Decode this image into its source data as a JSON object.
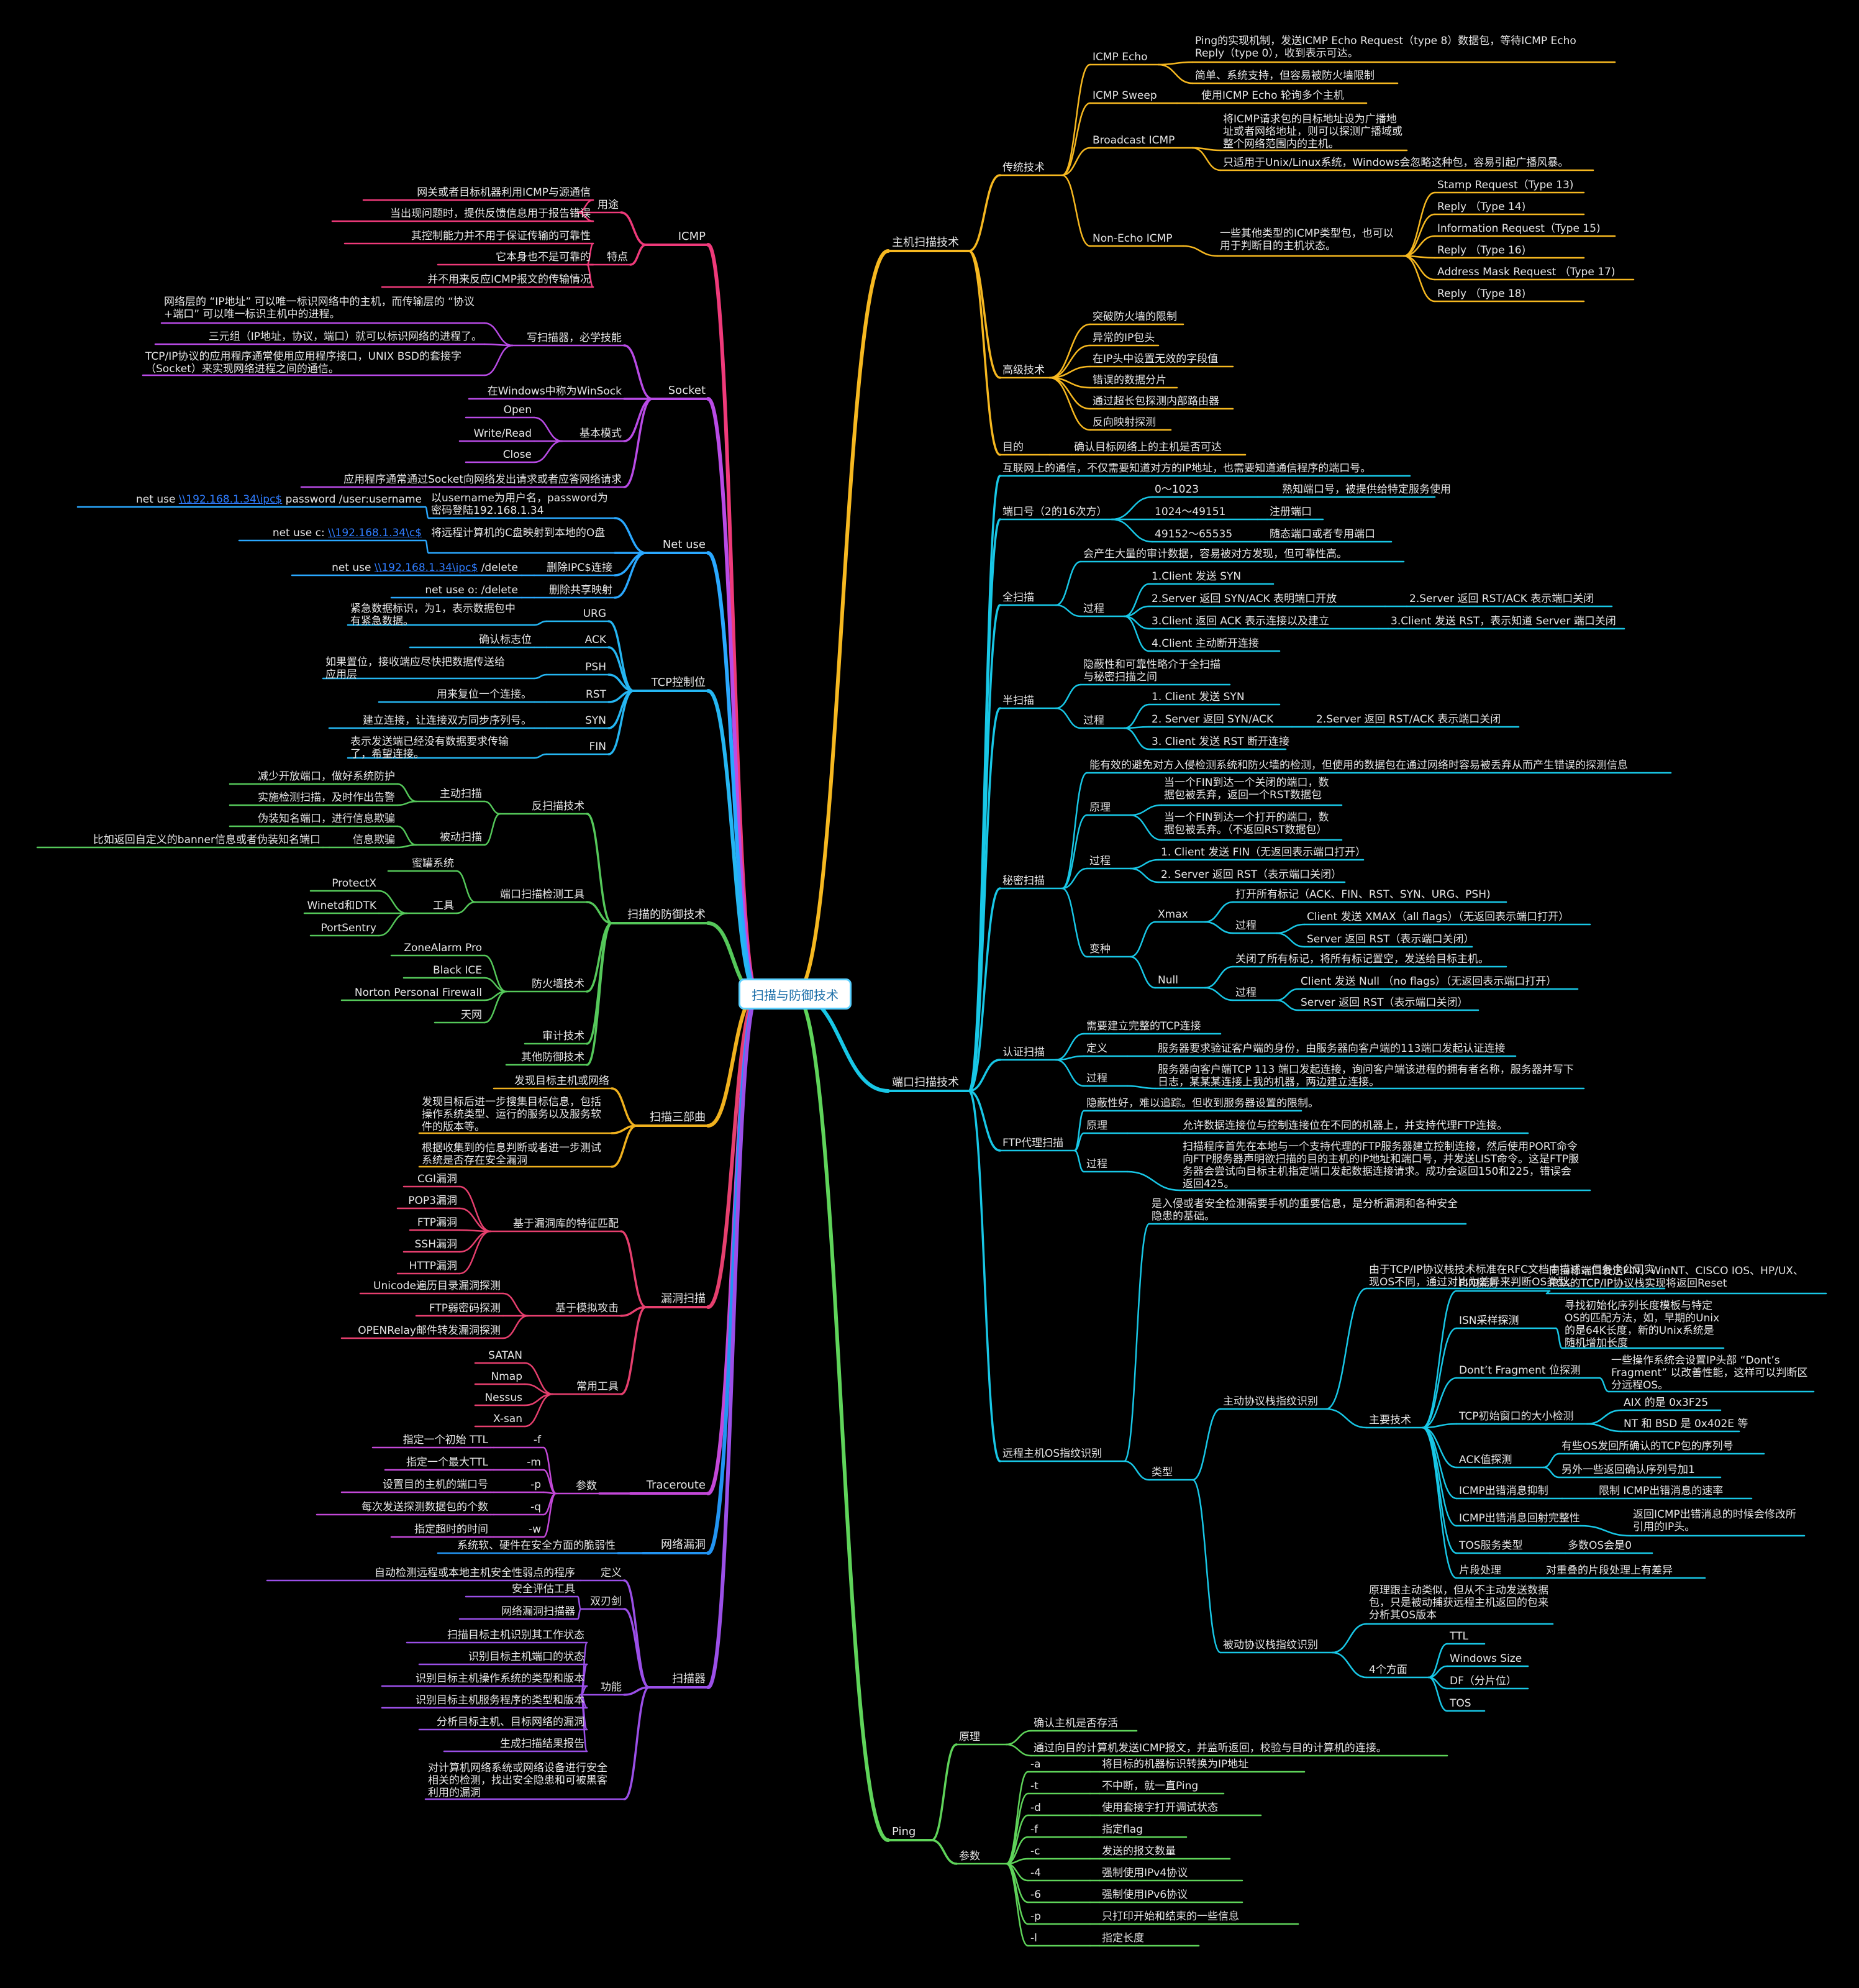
{
  "root": "扫描与防御技术",
  "colors": {
    "host_scan": "#f6b820",
    "port_scan": "#18c7e6",
    "ping": "#5fd45a",
    "icmp": "#ef3a7a",
    "socket": "#b94be6",
    "netuse": "#2aa8ff",
    "tcpflag": "#25b6f2",
    "defense": "#55c85a",
    "three_steps": "#f0b11e",
    "vuln": "#e63f6e",
    "traceroute": "#c348d8",
    "netvuln": "#2294f2",
    "scanner": "#9b4fe8"
  },
  "branches": {
    "host_scan": "主机扫描技术",
    "port_scan": "端口扫描技术",
    "ping": "Ping",
    "icmp": "ICMP",
    "socket": "Socket",
    "netuse": "Net use",
    "tcpflag": "TCP控制位",
    "defense": "扫描的防御技术",
    "three_steps": "扫描三部曲",
    "vuln": "漏洞扫描",
    "traceroute": "Traceroute",
    "netvuln": "网络漏洞",
    "scanner": "扫描器"
  },
  "nodes": {
    "hs_trad": "传统技术",
    "hs_echo": "ICMP Echo",
    "hs_echo_1": "Ping的实现机制，发送ICMP Echo Request（type 8）数据包，等待ICMP Echo Reply（type 0），收到表示可达。",
    "hs_echo_2": "简单、系统支持，但容易被防火墙限制",
    "hs_sweep": "ICMP Sweep",
    "hs_sweep_1": "使用ICMP Echo 轮询多个主机",
    "hs_bcast": "Broadcast ICMP",
    "hs_bcast_1": "将ICMP请求包的目标地址设为广播地址或者网络地址，则可以探测广播域或整个网络范围内的主机。",
    "hs_bcast_2": "只适用于Unix/Linux系统，Windows会忽略这种包，容易引起广播风暴。",
    "hs_nonecho": "Non-Echo ICMP",
    "hs_nonecho_1": "一些其他类型的ICMP类型包，也可以用于判断目的主机状态。",
    "hs_ne_1": "Stamp Request（Type 13)",
    "hs_ne_2": "Reply （Type 14)",
    "hs_ne_3": "Information Request（Type 15)",
    "hs_ne_4": "Reply （Type 16)",
    "hs_ne_5": "Address Mask Request （Type 17)",
    "hs_ne_6": "Reply （Type 18)",
    "hs_adv": "高级技术",
    "hs_adv_1": "突破防火墙的限制",
    "hs_adv_2": "异常的IP包头",
    "hs_adv_3": "在IP头中设置无效的字段值",
    "hs_adv_4": "错误的数据分片",
    "hs_adv_5": "通过超长包探测内部路由器",
    "hs_adv_6": "反向映射探测",
    "hs_goal": "目的",
    "hs_goal_1": "确认目标网络上的主机是否可达",
    "ps_intro": "互联网上的通信，不仅需要知道对方的IP地址，也需要知道通信程序的端口号。",
    "ps_port": "端口号（2的16次方）",
    "ps_port_1": "0～1023",
    "ps_port_1a": "熟知端口号，被提供给特定服务使用",
    "ps_port_2": "1024～49151",
    "ps_port_2a": "注册端口",
    "ps_port_3": "49152～65535",
    "ps_port_3a": "随态端口或者专用端口",
    "ps_full": "全扫描",
    "ps_full_1": "会产生大量的审计数据，容易被对方发现，但可靠性高。",
    "ps_full_proc": "过程",
    "ps_full_p1": "1.Client 发送 SYN",
    "ps_full_p2": "2.Server 返回 SYN/ACK 表明端口开放",
    "ps_full_p2b": "2.Server 返回 RST/ACK 表示端口关闭",
    "ps_full_p3": "3.Client 返回 ACK 表示连接以及建立",
    "ps_full_p3b": "3.Client 发送 RST，表示知道 Server 端口关闭",
    "ps_full_p4": "4.Client 主动断开连接",
    "ps_half": "半扫描",
    "ps_half_1": "隐蔽性和可靠性略介于全扫描与秘密扫描之间",
    "ps_half_proc": "过程",
    "ps_half_p1": "1. Client 发送 SYN",
    "ps_half_p2": "2. Server 返回 SYN/ACK",
    "ps_half_p2b": "2.Server 返回 RST/ACK 表示端口关闭",
    "ps_half_p3": "3. Client 发送 RST 断开连接",
    "ps_secret": "秘密扫描",
    "ps_secret_1": "能有效的避免对方入侵检测系统和防火墙的检测，但使用的数据包在通过网络时容易被丢弃从而产生错误的探测信息",
    "ps_sec_prin": "原理",
    "ps_sec_prin1": "当一个FIN到达一个关闭的端口，数据包被丢弃，返回一个RST数据包",
    "ps_sec_prin2": "当一个FIN到达一个打开的端口，数据包被丢弃。（不返回RST数据包）",
    "ps_sec_proc": "过程",
    "ps_sec_p1": "1. Client 发送 FIN（无返回表示端口打开）",
    "ps_sec_p2": "2. Server 返回 RST（表示端口关闭）",
    "ps_sec_var": "变种",
    "ps_xmas": "Xmax",
    "ps_xmas_1": "打开所有标记（ACK、FIN、RST、SYN、URG、PSH)",
    "ps_xmas_proc": "过程",
    "ps_xmas_p1": "Client 发送 XMAX（all flags）（无返回表示端口打开）",
    "ps_xmas_p2": "Server 返回 RST（表示端口关闭）",
    "ps_null": "Null",
    "ps_null_1": "关闭了所有标记，将所有标记置空，发送给目标主机。",
    "ps_null_proc": "过程",
    "ps_null_p1": "Client 发送 Null （no flags）（无返回表示端口打开）",
    "ps_null_p2": "Server 返回 RST（表示端口关闭）",
    "ps_auth": "认证扫描",
    "ps_auth_1": "需要建立完整的TCP连接",
    "ps_auth_def": "定义",
    "ps_auth_def1": "服务器要求验证客户端的身份，由服务器向客户端的113端口发起认证连接",
    "ps_auth_proc": "过程",
    "ps_auth_p1": "服务器向客户端TCP 113 端口发起连接，询问客户端该进程的拥有者名称，服务器并写下日志，某某某连接上我的机器，两边建立连接。",
    "ps_ftp": "FTP代理扫描",
    "ps_ftp_1": "隐蔽性好，难以追踪。但收到服务器设置的限制。",
    "ps_ftp_prin": "原理",
    "ps_ftp_prin1": "允许数据连接位与控制连接位在不同的机器上，并支持代理FTP连接。",
    "ps_ftp_proc": "过程",
    "ps_ftp_p1": "扫描程序首先在本地与一个支持代理的FTP服务器建立控制连接，然后使用PORT命令向FTP服务器声明欲扫描的目的主机的IP地址和端口号，并发送LIST命令。这是FTP服务器会尝试向目标主机指定端口发起数据连接请求。成功会返回150和225，错误会返回425。",
    "ps_os": "远程主机OS指纹识别",
    "ps_os_1": "是入侵或者安全检测需要手机的重要信息，是分析漏洞和各种安全隐患的基础。",
    "ps_os_type": "类型",
    "ps_os_active": "主动协议栈指纹识别",
    "ps_os_active_1": "由于TCP/IP协议栈技术标准在RFC文档中描述，但各个公司实现OS不同，通过对比为差异来判断OS类型。",
    "ps_os_main": "主要技术",
    "ps_os_fin": "FIN探测",
    "ps_os_fin_1": "向目标端口发送FIN，WinNT、CISCO IOS、HP/UX、IRIX的TCP/IP协议栈实现将返回Reset",
    "ps_os_isn": "ISN采样探测",
    "ps_os_isn_1": "寻找初始化序列长度模板与特定OS的匹配方法，如，早期的Unix的是64K长度，新的Unix系统是随机增加长度",
    "ps_os_df": "Dont’t Fragment 位探测",
    "ps_os_df_1": "一些操作系统会设置IP头部 “Dont’s Fragment” 以改善性能，这样可以判断区分远程OS。",
    "ps_os_win": "TCP初始窗口的大小检测",
    "ps_os_win_1": "AIX 的是 0x3F25",
    "ps_os_win_2": "NT 和 BSD 是 0x402E 等",
    "ps_os_ack": "ACK值探测",
    "ps_os_ack_1": "有些OS发回所确认的TCP包的序列号",
    "ps_os_ack_2": "另外一些返回确认序列号加1",
    "ps_os_icmp1": "ICMP出错消息抑制",
    "ps_os_icmp1_1": "限制 ICMP出错消息的速率",
    "ps_os_icmp2": "ICMP出错消息回射完整性",
    "ps_os_icmp2_1": "返回ICMP出错消息的时候会修改所引用的IP头。",
    "ps_os_tos": "TOS服务类型",
    "ps_os_tos_1": "多数OS会是0",
    "ps_os_frag": "片段处理",
    "ps_os_frag_1": "对重叠的片段处理上有差异",
    "ps_os_passive": "被动协议栈指纹识别",
    "ps_os_passive_1": "原理跟主动类似，但从不主动发送数据包，只是被动捕获远程主机返回的包来分析其OS版本",
    "ps_os_four": "4个方面",
    "ps_os_four_1": "TTL",
    "ps_os_four_2": "Windows Size",
    "ps_os_four_3": "DF（分片位）",
    "ps_os_four_4": "TOS",
    "pg_prin": "原理",
    "pg_prin_1": "确认主机是否存活",
    "pg_prin_2": "通过向目的计算机发送ICMP报文，并监听返回，校验与目的计算机的连接。",
    "pg_param": "参数",
    "pg_a": "-a",
    "pg_a_1": "将目标的机器标识转换为IP地址",
    "pg_t": "-t",
    "pg_t_1": "不中断，就一直Ping",
    "pg_d": "-d",
    "pg_d_1": "使用套接字打开调试状态",
    "pg_f": "-f",
    "pg_f_1": "指定flag",
    "pg_c": "-c",
    "pg_c_1": "发送的报文数量",
    "pg_4": "-4",
    "pg_4_1": "强制使用IPv4协议",
    "pg_6": "-6",
    "pg_6_1": "强制使用IPv6协议",
    "pg_p": "-p",
    "pg_p_1": "只打印开始和结束的一些信息",
    "pg_l": "-l",
    "pg_l_1": "指定长度",
    "ic_use": "用途",
    "ic_use_1": "网关或者目标机器利用ICMP与源通信",
    "ic_use_2": "当出现问题时，提供反馈信息用于报告错误",
    "ic_feat": "特点",
    "ic_feat_1": "其控制能力并不用于保证传输的可靠性",
    "ic_feat_2": "它本身也不是可靠的",
    "ic_feat_3": "并不用来反应ICMP报文的传输情况",
    "sk_write": "写扫描器，必学技能",
    "sk_write_1": "网络层的 “IP地址” 可以唯一标识网络中的主机，而传输层的 “协议+端口” 可以唯一标识主机中的进程。",
    "sk_write_2": "三元组（IP地址，协议，端口）就可以标识网络的进程了。",
    "sk_write_3": "TCP/IP协议的应用程序通常使用应用程序接口，UNIX BSD的套接字（Socket）来实现网络进程之间的通信。",
    "sk_win": "在Windows中称为WinSock",
    "sk_mode": "基本模式",
    "sk_mode_1": "Open",
    "sk_mode_2": "Write/Read",
    "sk_mode_3": "Close",
    "sk_app": "应用程序通常通过Socket向网络发出请求或者应答网络请求",
    "nu_1": "net use",
    "nu_1_link": "\\\\192.168.1.34\\ipc$",
    "nu_1_rest": "password /user:username",
    "nu_1_desc": "以username为用户名，password为密码登陆192.168.1.34",
    "nu_2": "net use c:",
    "nu_2_link": "\\\\192.168.1.34\\c$",
    "nu_2_desc": "将远程计算机的C盘映射到本地的O盘",
    "nu_3": "net use",
    "nu_3_link": "\\\\192.168.1.34\\ipc$",
    "nu_3_rest": "/delete",
    "nu_3_desc": "删除IPC$连接",
    "nu_4": "net use o: /delete",
    "nu_4_desc": "删除共享映射",
    "tf_urg": "URG",
    "tf_urg_1": "紧急数据标识，为1，表示数据包中有紧急数据。",
    "tf_ack": "ACK",
    "tf_ack_1": "确认标志位",
    "tf_psh": "PSH",
    "tf_psh_1": "如果置位，接收端应尽快把数据传送给应用层",
    "tf_rst": "RST",
    "tf_rst_1": "用来复位一个连接。",
    "tf_syn": "SYN",
    "tf_syn_1": "建立连接，让连接双方同步序列号。",
    "tf_fin": "FIN",
    "tf_fin_1": "表示发送端已经没有数据要求传输了，希望连接。",
    "df_anti": "反扫描技术",
    "df_active": "主动扫描",
    "df_active_1": "减少开放端口，做好系统防护",
    "df_active_2": "实施检测扫描，及时作出告警",
    "df_passive": "被动扫描",
    "df_passive_1": "伪装知名端口，进行信息欺骗",
    "df_info": "信息欺骗",
    "df_info_1": "比如返回自定义的banner信息或者伪装知名端口",
    "df_tool": "端口扫描检测工具",
    "df_tool_1": "蜜罐系统",
    "df_tool_2": "工具",
    "df_tool_2a": "ProtectX",
    "df_tool_2b": "Winetd和DTK",
    "df_tool_2c": "PortSentry",
    "df_fw": "防火墙技术",
    "df_fw_1": "ZoneAlarm Pro",
    "df_fw_2": "Black ICE",
    "df_fw_3": "Norton Personal Firewall",
    "df_fw_4": "天网",
    "df_audit": "审计技术",
    "df_other": "其他防御技术",
    "ts_1": "发现目标主机或网络",
    "ts_2": "发现目标后进一步搜集目标信息，包括操作系统类型、运行的服务以及服务软件的版本等。",
    "ts_3": "根据收集到的信息判断或者进一步测试系统是否存在安全漏洞",
    "vs_feat": "基于漏洞库的特征匹配",
    "vs_feat_1": "CGI漏洞",
    "vs_feat_2": "POP3漏洞",
    "vs_feat_3": "FTP漏洞",
    "vs_feat_4": "SSH漏洞",
    "vs_feat_5": "HTTP漏洞",
    "vs_sim": "基于模拟攻击",
    "vs_sim_1": "Unicode遍历目录漏洞探测",
    "vs_sim_2": "FTP弱密码探测",
    "vs_sim_3": "OPENRelay邮件转发漏洞探测",
    "vs_tool": "常用工具",
    "vs_tool_1": "SATAN",
    "vs_tool_2": "Nmap",
    "vs_tool_3": "Nessus",
    "vs_tool_4": "X-san",
    "tr_param": "参数",
    "tr_f": "-f",
    "tr_f_1": "指定一个初始 TTL",
    "tr_m": "-m",
    "tr_m_1": "指定一个最大TTL",
    "tr_p": "-p",
    "tr_p_1": "设置目的主机的端口号",
    "tr_q": "-q",
    "tr_q_1": "每次发送探测数据包的个数",
    "tr_w": "-w",
    "tr_w_1": "指定超时的时间",
    "nv_1": "系统软、硬件在安全方面的脆弱性",
    "sc_def": "定义",
    "sc_def_1": "自动检测远程或本地主机安全性弱点的程序",
    "sc_dual": "双刃剑",
    "sc_dual_1": "安全评估工具",
    "sc_dual_2": "网络漏洞扫描器",
    "sc_func": "功能",
    "sc_func_1": "扫描目标主机识别其工作状态",
    "sc_func_2": "识别目标主机端口的状态",
    "sc_func_3": "识别目标主机操作系统的类型和版本",
    "sc_func_4": "识别目标主机服务程序的类型和版本",
    "sc_func_5": "分析目标主机、目标网络的漏洞",
    "sc_func_6": "生成扫描结果报告",
    "sc_func_7": "对计算机网络系统或网络设备进行安全相关的检测，找出安全隐患和可被黑客利用的漏洞"
  }
}
